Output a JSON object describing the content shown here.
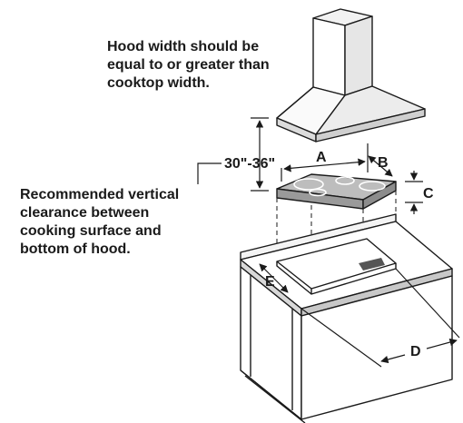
{
  "notes": {
    "hood": [
      "Hood width should be",
      "equal to or greater than",
      "cooktop width."
    ],
    "clearance": [
      "Recommended vertical",
      "clearance between",
      "cooking surface and",
      "bottom of hood."
    ]
  },
  "labels": {
    "clearance_range": "30\"-36\"",
    "a": "A",
    "b": "B",
    "c": "C",
    "d": "D",
    "e": "E"
  }
}
